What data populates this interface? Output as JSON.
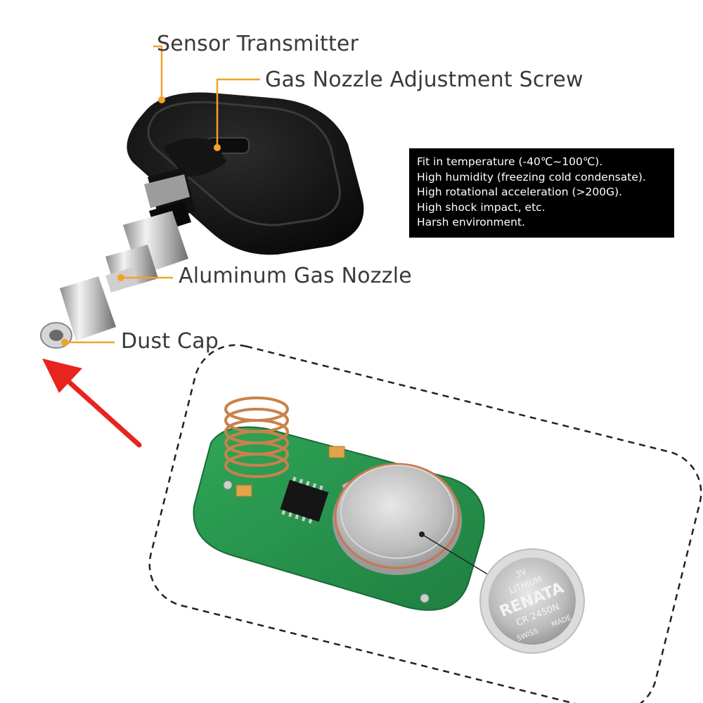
{
  "callouts": {
    "sensor_transmitter": "Sensor Transmitter",
    "adjustment_screw": "Gas Nozzle Adjustment Screw",
    "aluminum_nozzle": "Aluminum Gas Nozzle",
    "dust_cap": "Dust Cap"
  },
  "specs": [
    "Fit in temperature (-40℃~100℃).",
    "High humidity (freezing cold condensate).",
    "High rotational acceleration (>200G).",
    "High shock impact, etc.",
    "Harsh environment."
  ],
  "battery": {
    "voltage": "3V",
    "chem": "LITHIUM",
    "brand": "RENATA",
    "model": "CR 2450N",
    "origin_left": "SWISS",
    "origin_right": "MADE"
  },
  "colors": {
    "callout_line": "#f0a22a",
    "arrow": "#e8241f",
    "pcb": "#2e9a52",
    "label_text": "#3a3a3a",
    "spec_box": "#000000"
  },
  "icons": {
    "arrow": "red-arrow-icon"
  }
}
